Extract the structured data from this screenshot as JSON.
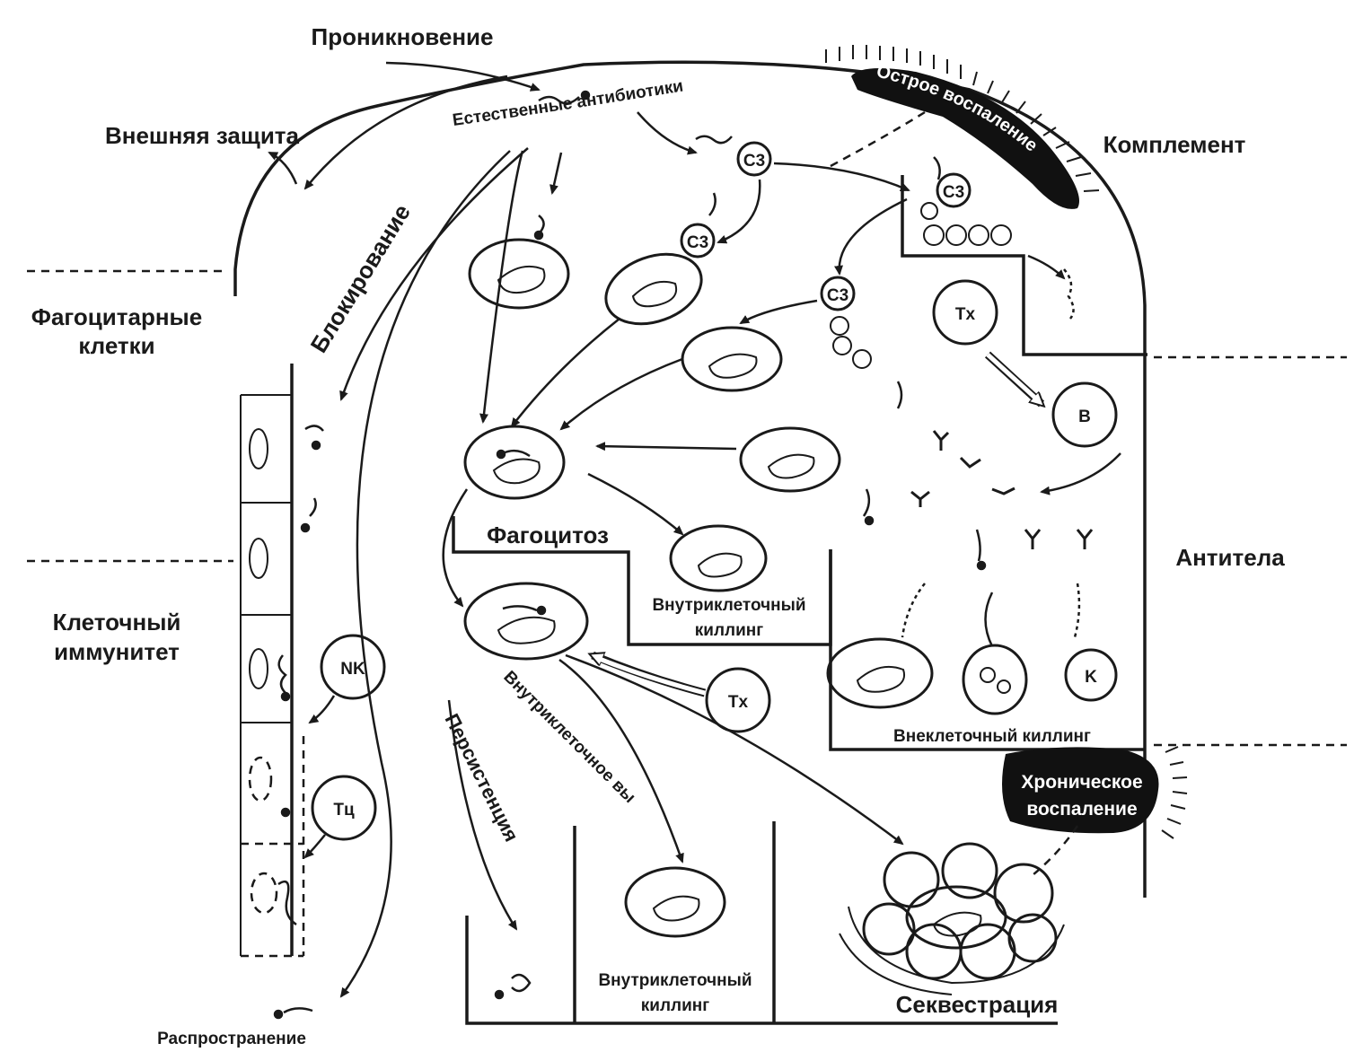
{
  "labels": {
    "penetration": "Проникновение",
    "external_defense": "Внешняя защита",
    "natural_antibiotics": "Естественные антибиотики",
    "acute_inflammation": "Острое воспаление",
    "complement": "Комплемент",
    "blocking": "Блокирование",
    "phagocytic_cells_1": "Фагоцитарные",
    "phagocytic_cells_2": "клетки",
    "phagocytosis": "Фагоцитоз",
    "intracellular_killing_1a": "Внутриклеточный",
    "intracellular_killing_1b": "киллинг",
    "antibodies": "Антитела",
    "cellular_immunity_1": "Клеточный",
    "cellular_immunity_2": "иммунитет",
    "intracellular_survival": "Внутриклеточное выживание",
    "persistence": "Персистенция",
    "extracellular_killing": "Внеклеточный киллинг",
    "chronic_inflammation_1": "Хроническое",
    "chronic_inflammation_2": "воспаление",
    "intracellular_killing_2a": "Внутриклеточный",
    "intracellular_killing_2b": "киллинг",
    "sequestration": "Секвестрация",
    "spread": "Распространение"
  },
  "cells": {
    "c3_a": "C3",
    "c3_b": "C3",
    "c3_c": "C3",
    "c3_d": "C3",
    "th_top": "Tx",
    "th_bottom": "Tx",
    "b_cell": "B",
    "nk_cell": "NK",
    "tc_cell": "Tц",
    "k_cell": "K"
  }
}
